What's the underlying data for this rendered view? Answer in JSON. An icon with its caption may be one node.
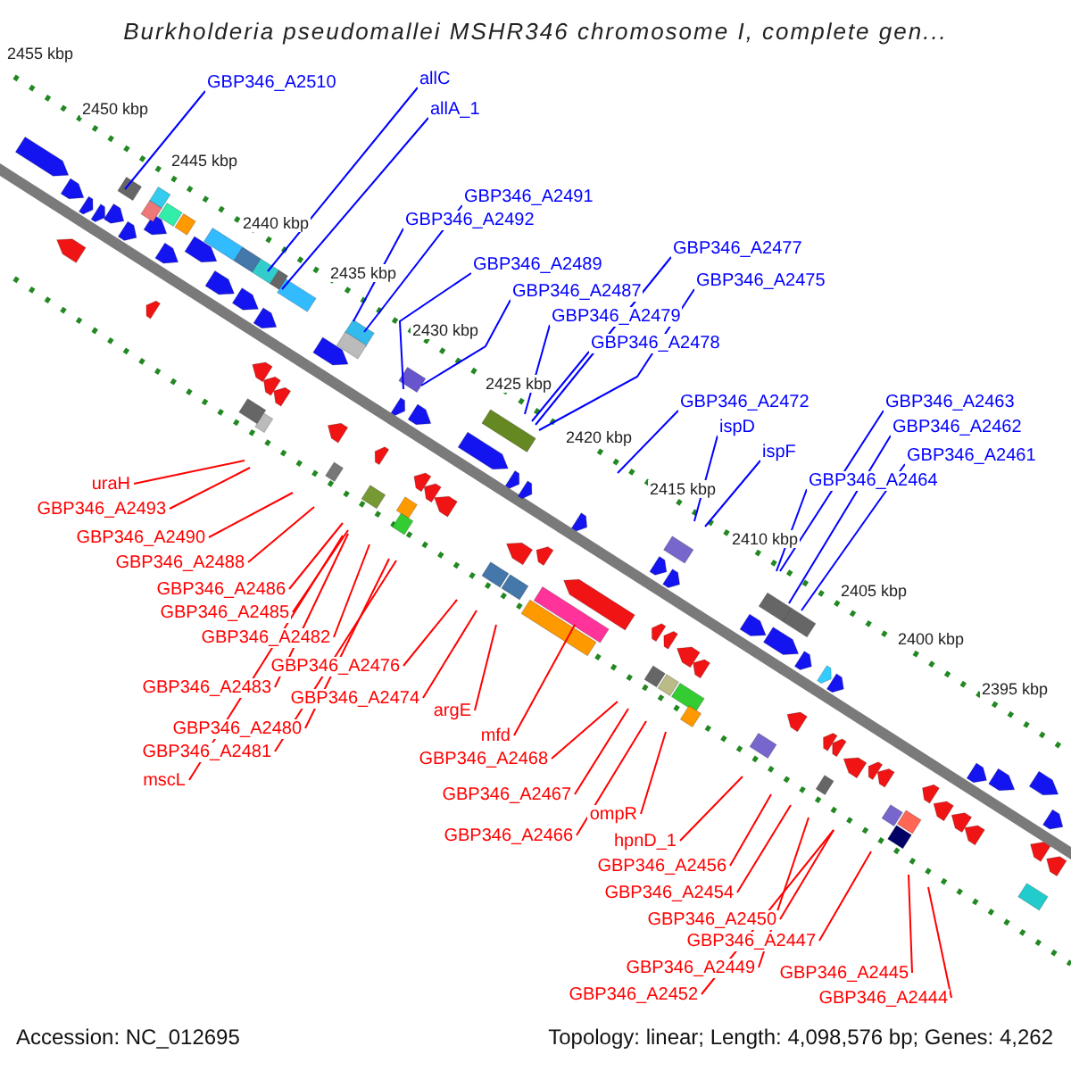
{
  "diagram": {
    "title": "Burkholderia pseudomallei MSHR346 chromosome I, complete gen...",
    "nodes": [
      {
        "text": [
          "GBP346_A2510"
        ]
      },
      {
        "text": [
          "allC"
        ]
      },
      {
        "text": [
          "allA_1"
        ]
      },
      {
        "text": [
          "GBP346_A2491"
        ]
      },
      {
        "text": [
          "GBP346_A2492"
        ]
      },
      {
        "text": [
          "GBP346_A2489"
        ]
      },
      {
        "text": [
          "GBP346_A2487"
        ]
      },
      {
        "text": [
          "GBP346_A2477"
        ]
      },
      {
        "text": [
          "GBP346_A2475"
        ]
      },
      {
        "text": [
          "GBP346_A2479"
        ]
      },
      {
        "text": [
          "GBP346_A2478"
        ]
      },
      {
        "text": [
          "GBP346_A2472"
        ]
      },
      {
        "text": [
          "ispD"
        ]
      },
      {
        "text": [
          "ispF"
        ]
      },
      {
        "text": [
          "GBP346_A2463"
        ]
      },
      {
        "text": [
          "GBP346_A2462"
        ]
      },
      {
        "text": [
          "GBP346_A2461"
        ]
      },
      {
        "text": [
          "GBP346_A2464"
        ]
      },
      {
        "text": [
          "uraH"
        ]
      },
      {
        "text": [
          "GBP346_A2493"
        ]
      },
      {
        "text": [
          "GBP346_A2490"
        ]
      },
      {
        "text": [
          "GBP346_A2488"
        ]
      },
      {
        "text": [
          "GBP346_A2486"
        ]
      },
      {
        "text": [
          "GBP346_A2485"
        ]
      },
      {
        "text": [
          "GBP346_A2482"
        ]
      },
      {
        "text": [
          "GBP346_A2476"
        ]
      },
      {
        "text": [
          "GBP346_A2483"
        ]
      },
      {
        "text": [
          "GBP346_A2474"
        ]
      },
      {
        "text": [
          "GBP346_A2480"
        ]
      },
      {
        "text": [
          "GBP346_A2481"
        ]
      },
      {
        "text": [
          "mscL"
        ]
      },
      {
        "text": [
          "argE"
        ]
      },
      {
        "text": [
          "mfd"
        ]
      },
      {
        "text": [
          "GBP346_A2468"
        ]
      },
      {
        "text": [
          "GBP346_A2467"
        ]
      },
      {
        "text": [
          "ompR"
        ]
      },
      {
        "text": [
          "GBP346_A2466"
        ]
      },
      {
        "text": [
          "hpnD_1"
        ]
      },
      {
        "text": [
          "GBP346_A2456"
        ]
      },
      {
        "text": [
          "GBP346_A2454"
        ]
      },
      {
        "text": [
          "GBP346_A2450"
        ]
      },
      {
        "text": [
          "GBP346_A2447"
        ]
      },
      {
        "text": [
          "GBP346_A2449"
        ]
      },
      {
        "text": [
          "GBP346_A2452"
        ]
      },
      {
        "text": [
          "GBP346_A2445"
        ]
      },
      {
        "text": [
          "GBP346_A2444"
        ]
      }
    ],
    "edges": [
      {
        "from": 0,
        "to": null,
        "arrow": "none",
        "color": "#0000ff"
      },
      {
        "from": 1,
        "to": null,
        "arrow": "none",
        "color": "#0000ff"
      },
      {
        "from": 2,
        "to": null,
        "arrow": "none",
        "color": "#0000ff"
      },
      {
        "from": 3,
        "to": null,
        "arrow": "none",
        "color": "#0000ff"
      },
      {
        "from": 4,
        "to": null,
        "arrow": "none",
        "color": "#0000ff"
      },
      {
        "from": 5,
        "to": null,
        "arrow": "none",
        "color": "#0000ff"
      },
      {
        "from": 6,
        "to": null,
        "arrow": "none",
        "color": "#0000ff"
      },
      {
        "from": 7,
        "to": null,
        "arrow": "none",
        "color": "#0000ff"
      },
      {
        "from": 8,
        "to": null,
        "arrow": "none",
        "color": "#0000ff"
      },
      {
        "from": 9,
        "to": null,
        "arrow": "none",
        "color": "#0000ff"
      },
      {
        "from": 10,
        "to": null,
        "arrow": "none",
        "color": "#0000ff"
      },
      {
        "from": 11,
        "to": null,
        "arrow": "none",
        "color": "#0000ff"
      },
      {
        "from": 12,
        "to": null,
        "arrow": "none",
        "color": "#0000ff"
      },
      {
        "from": 13,
        "to": null,
        "arrow": "none",
        "color": "#0000ff"
      },
      {
        "from": 14,
        "to": null,
        "arrow": "none",
        "color": "#0000ff"
      },
      {
        "from": 15,
        "to": null,
        "arrow": "none",
        "color": "#0000ff"
      },
      {
        "from": 16,
        "to": null,
        "arrow": "none",
        "color": "#0000ff"
      },
      {
        "from": 17,
        "to": null,
        "arrow": "none",
        "color": "#0000ff"
      },
      {
        "from": 18,
        "to": null,
        "arrow": "none"
      },
      {
        "from": 19,
        "to": null,
        "arrow": "none"
      },
      {
        "from": 20,
        "to": null,
        "arrow": "none"
      },
      {
        "from": 21,
        "to": null,
        "arrow": "none"
      },
      {
        "from": 22,
        "to": null,
        "arrow": "none"
      },
      {
        "from": 23,
        "to": null,
        "arrow": "none"
      },
      {
        "from": 24,
        "to": null,
        "arrow": "none"
      },
      {
        "from": 25,
        "to": null,
        "arrow": "none"
      },
      {
        "from": 26,
        "to": null,
        "arrow": "none"
      },
      {
        "from": 27,
        "to": null,
        "arrow": "none"
      },
      {
        "from": 28,
        "to": null,
        "arrow": "none"
      },
      {
        "from": 29,
        "to": null,
        "arrow": "none"
      },
      {
        "from": 30,
        "to": null,
        "arrow": "none"
      },
      {
        "from": 31,
        "to": null,
        "arrow": "none"
      },
      {
        "from": 32,
        "to": null,
        "arrow": "none"
      },
      {
        "from": 33,
        "to": null,
        "arrow": "none"
      },
      {
        "from": 34,
        "to": null,
        "arrow": "none"
      },
      {
        "from": 35,
        "to": null,
        "arrow": "none"
      },
      {
        "from": 36,
        "to": null,
        "arrow": "none"
      },
      {
        "from": 37,
        "to": null,
        "arrow": "none"
      },
      {
        "from": 38,
        "to": null,
        "arrow": "none"
      },
      {
        "from": 39,
        "to": null,
        "arrow": "none"
      },
      {
        "from": 40,
        "to": null,
        "arrow": "none"
      },
      {
        "from": 41,
        "to": null,
        "arrow": "none"
      },
      {
        "from": 42,
        "to": null,
        "arrow": "none"
      },
      {
        "from": 43,
        "to": null,
        "arrow": "none"
      },
      {
        "from": 44,
        "to": null,
        "arrow": "none"
      },
      {
        "from": 45,
        "to": null,
        "arrow": "none"
      }
    ],
    "labels": [
      "2455 kbp",
      "2450 kbp",
      "2445 kbp",
      "2440 kbp",
      "2435 kbp",
      "2430 kbp",
      "2425 kbp",
      "2420 kbp",
      "2415 kbp",
      "2410 kbp",
      "2405 kbp",
      "2400 kbp",
      "2395 kbp",
      "Accession: NC_012695",
      "Topology: linear; Length: 4,098,576 bp; Genes: 4,262"
    ]
  }
}
